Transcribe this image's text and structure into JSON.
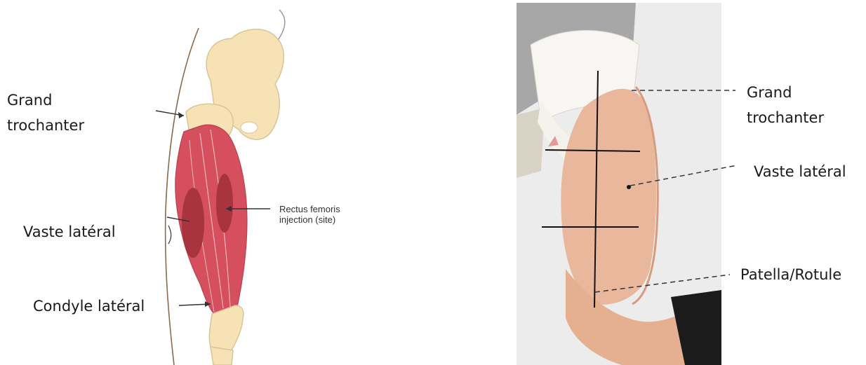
{
  "left_panel": {
    "labels": {
      "grand_trochanter": [
        "Grand",
        "trochanter"
      ],
      "vaste_lateral": "Vaste latéral",
      "condyle_lateral": "Condyle latéral"
    },
    "inset_annotation": [
      "Rectus femoris",
      "injection (site)"
    ]
  },
  "right_panel": {
    "labels": {
      "grand_trochanter": [
        "Grand",
        "trochanter"
      ],
      "vaste_lateral": "Vaste latéral",
      "patella": "Patella/Rotule"
    }
  },
  "colors": {
    "bone": "#f6e2b4",
    "bone_outline": "#d9c49a",
    "muscle": "#d64f5e",
    "muscle_dark": "#a8343f",
    "skin": "#e8b79c",
    "grid_line": "#111111"
  },
  "icons": [
    "thigh-illustration",
    "infant-thigh-photo"
  ]
}
